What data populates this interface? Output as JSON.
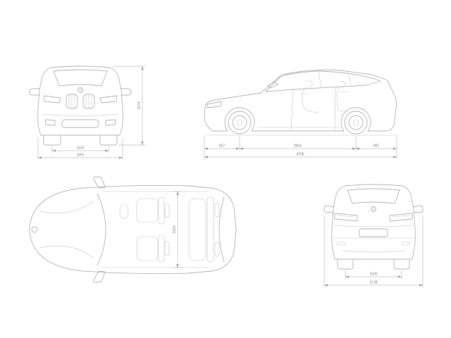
{
  "meta": {
    "background_color": "#ffffff",
    "line_color": "#b6b6b9",
    "dimension_line_color": "#a3a3a7",
    "dimension_text_color": "#85858a",
    "subject": "SUV technical dimensions drawing (front, side, top, rear views)"
  },
  "views": {
    "front": {
      "name": "front-view",
      "dims": {
        "track_width": "1620",
        "overall_width": "1891",
        "height": "1676"
      }
    },
    "side": {
      "name": "side-view",
      "dims": {
        "front_overhang": "857",
        "wheelbase": "2864",
        "rear_overhang": "987",
        "overall_length": "4708"
      }
    },
    "top": {
      "name": "top-view",
      "dims": {
        "cabin_width": "1620"
      }
    },
    "rear": {
      "name": "rear-view",
      "dims": {
        "track_width": "1630",
        "width_with_mirrors": "2138"
      }
    }
  }
}
